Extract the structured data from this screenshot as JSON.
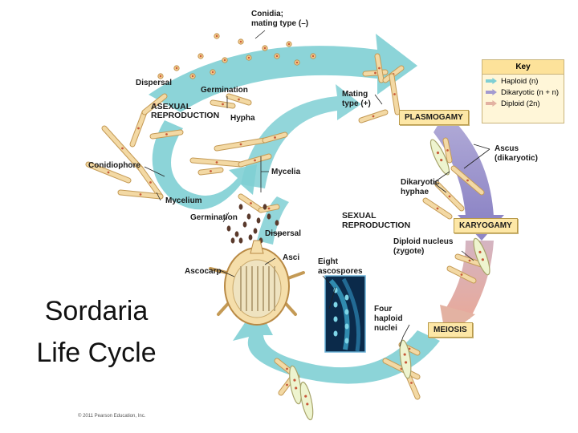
{
  "title": {
    "line1": "Sordaria",
    "line2": "Life Cycle"
  },
  "labels": {
    "conidia": "Conidia;",
    "mating_type_minus": "mating type (–)",
    "dispersal_top": "Dispersal",
    "germination_top": "Germination",
    "asexual_line1": "ASEXUAL",
    "asexual_line2": "REPRODUCTION",
    "hypha": "Hypha",
    "conidiophore": "Conidiophore",
    "mycelia": "Mycelia",
    "mycelium": "Mycelium",
    "germination_mid": "Germination",
    "dispersal_mid": "Dispersal",
    "asci": "Asci",
    "ascocarp": "Ascocarp",
    "eight_ascospores_line1": "Eight",
    "eight_ascospores_line2": "ascospores",
    "mating_type_plus_line1": "Mating",
    "mating_type_plus_line2": "type (+)",
    "ascus_line1": "Ascus",
    "ascus_line2": "(dikaryotic)",
    "dikaryotic_hyphae_line1": "Dikaryotic",
    "dikaryotic_hyphae_line2": "hyphae",
    "sexual_line1": "SEXUAL",
    "sexual_line2": "REPRODUCTION",
    "diploid_nucleus_line1": "Diploid nucleus",
    "diploid_nucleus_line2": "(zygote)",
    "four_haploid_line1": "Four",
    "four_haploid_line2": "haploid",
    "four_haploid_line3": "nuclei"
  },
  "stages": {
    "plasmogamy": "PLASMOGAMY",
    "karyogamy": "KARYOGAMY",
    "meiosis": "MEIOSIS"
  },
  "key": {
    "title": "Key",
    "items": [
      {
        "label": "Haploid (n)",
        "color": "#7fcfd4"
      },
      {
        "label": "Dikaryotic (n + n)",
        "color": "#a39bd0"
      },
      {
        "label": "Diploid (2n)",
        "color": "#e3b2a2"
      }
    ]
  },
  "colors": {
    "haploid": "#7fcfd4",
    "dikaryotic": "#a39bd0",
    "diploid": "#e3b2a2",
    "hypha_fill": "#f3d9a4",
    "hypha_stroke": "#c49a55",
    "nucleus": "#c85a3a",
    "stage_box": "#fde7a6"
  },
  "copyright": "© 2011 Pearson Education, Inc."
}
